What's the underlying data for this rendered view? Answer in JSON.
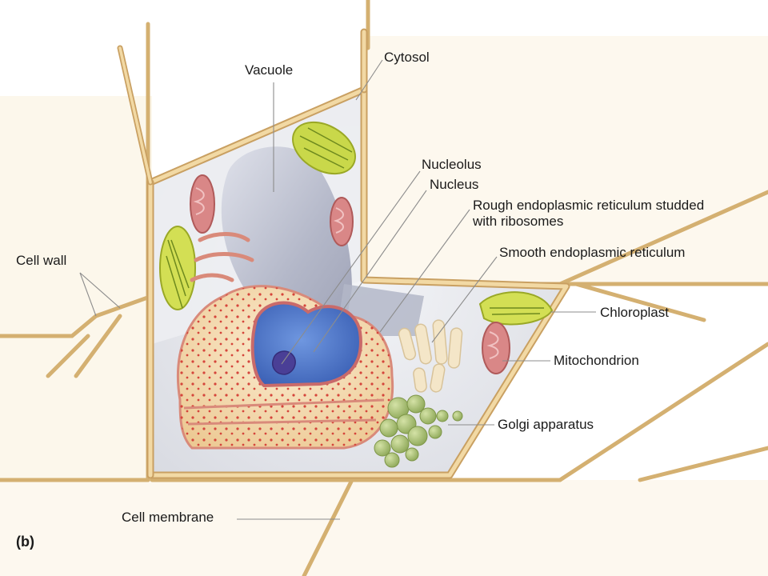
{
  "panel_label": "(b)",
  "labels": {
    "vacuole": "Vacuole",
    "cytosol": "Cytosol",
    "nucleolus": "Nucleolus",
    "nucleus": "Nucleus",
    "rough_er": "Rough endoplasmic reticulum studded with ribosomes",
    "smooth_er": "Smooth endoplasmic reticulum",
    "cell_wall": "Cell wall",
    "chloroplast": "Chloroplast",
    "mitochondrion": "Mitochondrion",
    "golgi": "Golgi apparatus",
    "cell_membrane": "Cell membrane"
  },
  "colors": {
    "wall_fill": "#f2d9a4",
    "wall_edge": "#c9a062",
    "background_cells": "#fbf3e2",
    "cytosol": "#e8e9ee",
    "vacuole": "#b9bccb",
    "nucleus": "#4f76c9",
    "nucleolus": "#4a3f96",
    "rough_er": "#f3d9b0",
    "ribosome": "#d5453b",
    "chloroplast": "#c9d84a",
    "mitochondrion": "#d98787",
    "golgi": "#a9c270",
    "smooth_er": "#f4e6c8"
  }
}
